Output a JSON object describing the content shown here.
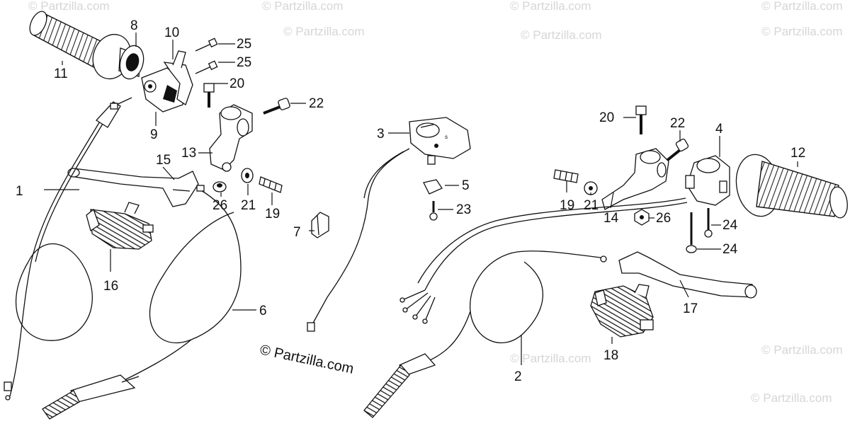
{
  "watermark": "© Partzilla.com",
  "copyright": "© Partzilla.com",
  "callouts": {
    "c1": "1",
    "c2": "2",
    "c3": "3",
    "c4": "4",
    "c5": "5",
    "c6": "6",
    "c7": "7",
    "c8": "8",
    "c9": "9",
    "c10": "10",
    "c11": "11",
    "c12": "12",
    "c13": "13",
    "c14": "14",
    "c15": "15",
    "c16": "16",
    "c17": "17",
    "c18": "18",
    "c19a": "19",
    "c19b": "19",
    "c20a": "20",
    "c20b": "20",
    "c21a": "21",
    "c21b": "21",
    "c22a": "22",
    "c22b": "22",
    "c23": "23",
    "c24a": "24",
    "c24b": "24",
    "c25a": "25",
    "c25b": "25",
    "c26a": "26",
    "c26b": "26"
  },
  "colors": {
    "ink": "#111111",
    "watermark": "#d6d6d6",
    "background": "#ffffff"
  }
}
